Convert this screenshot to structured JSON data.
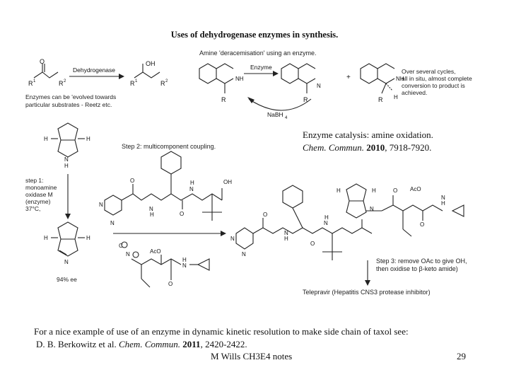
{
  "title": "Uses of dehydrogenase enzymes in synthesis.",
  "deracemisation_header": "Amine 'deracemisation' using an enzyme.",
  "dehydrogenase_label": "Dehydrogenase",
  "evolved_note_line1": "Enzymes can be 'evolved towards",
  "evolved_note_line2": "particular substrates - Reetz etc.",
  "enzyme_label": "Enzyme",
  "nabh4_label": "NaBH",
  "nabh4_sub": "4",
  "cycles_note": [
    "Over several cycles,",
    "all in situ, almost complete",
    "conversion to product is",
    "achieved."
  ],
  "amine_oxidation_caption": "Enzyme catalysis: amine oxidation.",
  "citation1_journal": "Chem. Commun.",
  "citation1_year": "2010",
  "citation1_pages": ", 7918-7920.",
  "step2_label": "Step 2: multicomponent coupling.",
  "step1_lines": [
    "step 1:",
    "monoamine",
    "oxidase M",
    "(enzyme)",
    "37°C,"
  ],
  "ee_label": "94% ee",
  "step3_line1": "Step 3: remove OAc to give OH,",
  "step3_line2": "then oxidise to β-keto amide)",
  "telepravir_label": "Telepravir (Hepatitis CNS3  protease inhibitor)",
  "footer_line1": "For a nice example of use of an enzyme in dynamic kinetic resolution to make side chain of taxol see:",
  "footer_line2_prefix": "D. B. Berkowitz et al.",
  "footer_journal": "Chem. Commun.",
  "footer_year": "2011",
  "footer_pages": ", 2420-2422.",
  "footer_credit": "M Wills CH3E4 notes",
  "page_number": "29",
  "atom_labels": {
    "R": "R",
    "R1": "R",
    "sup1": "1",
    "R2": "R",
    "sup2": "2",
    "O": "O",
    "OH": "OH",
    "H": "H",
    "NH": "NH",
    "N": "N",
    "plus": "+",
    "AcO": "AcO",
    "C": "C"
  }
}
